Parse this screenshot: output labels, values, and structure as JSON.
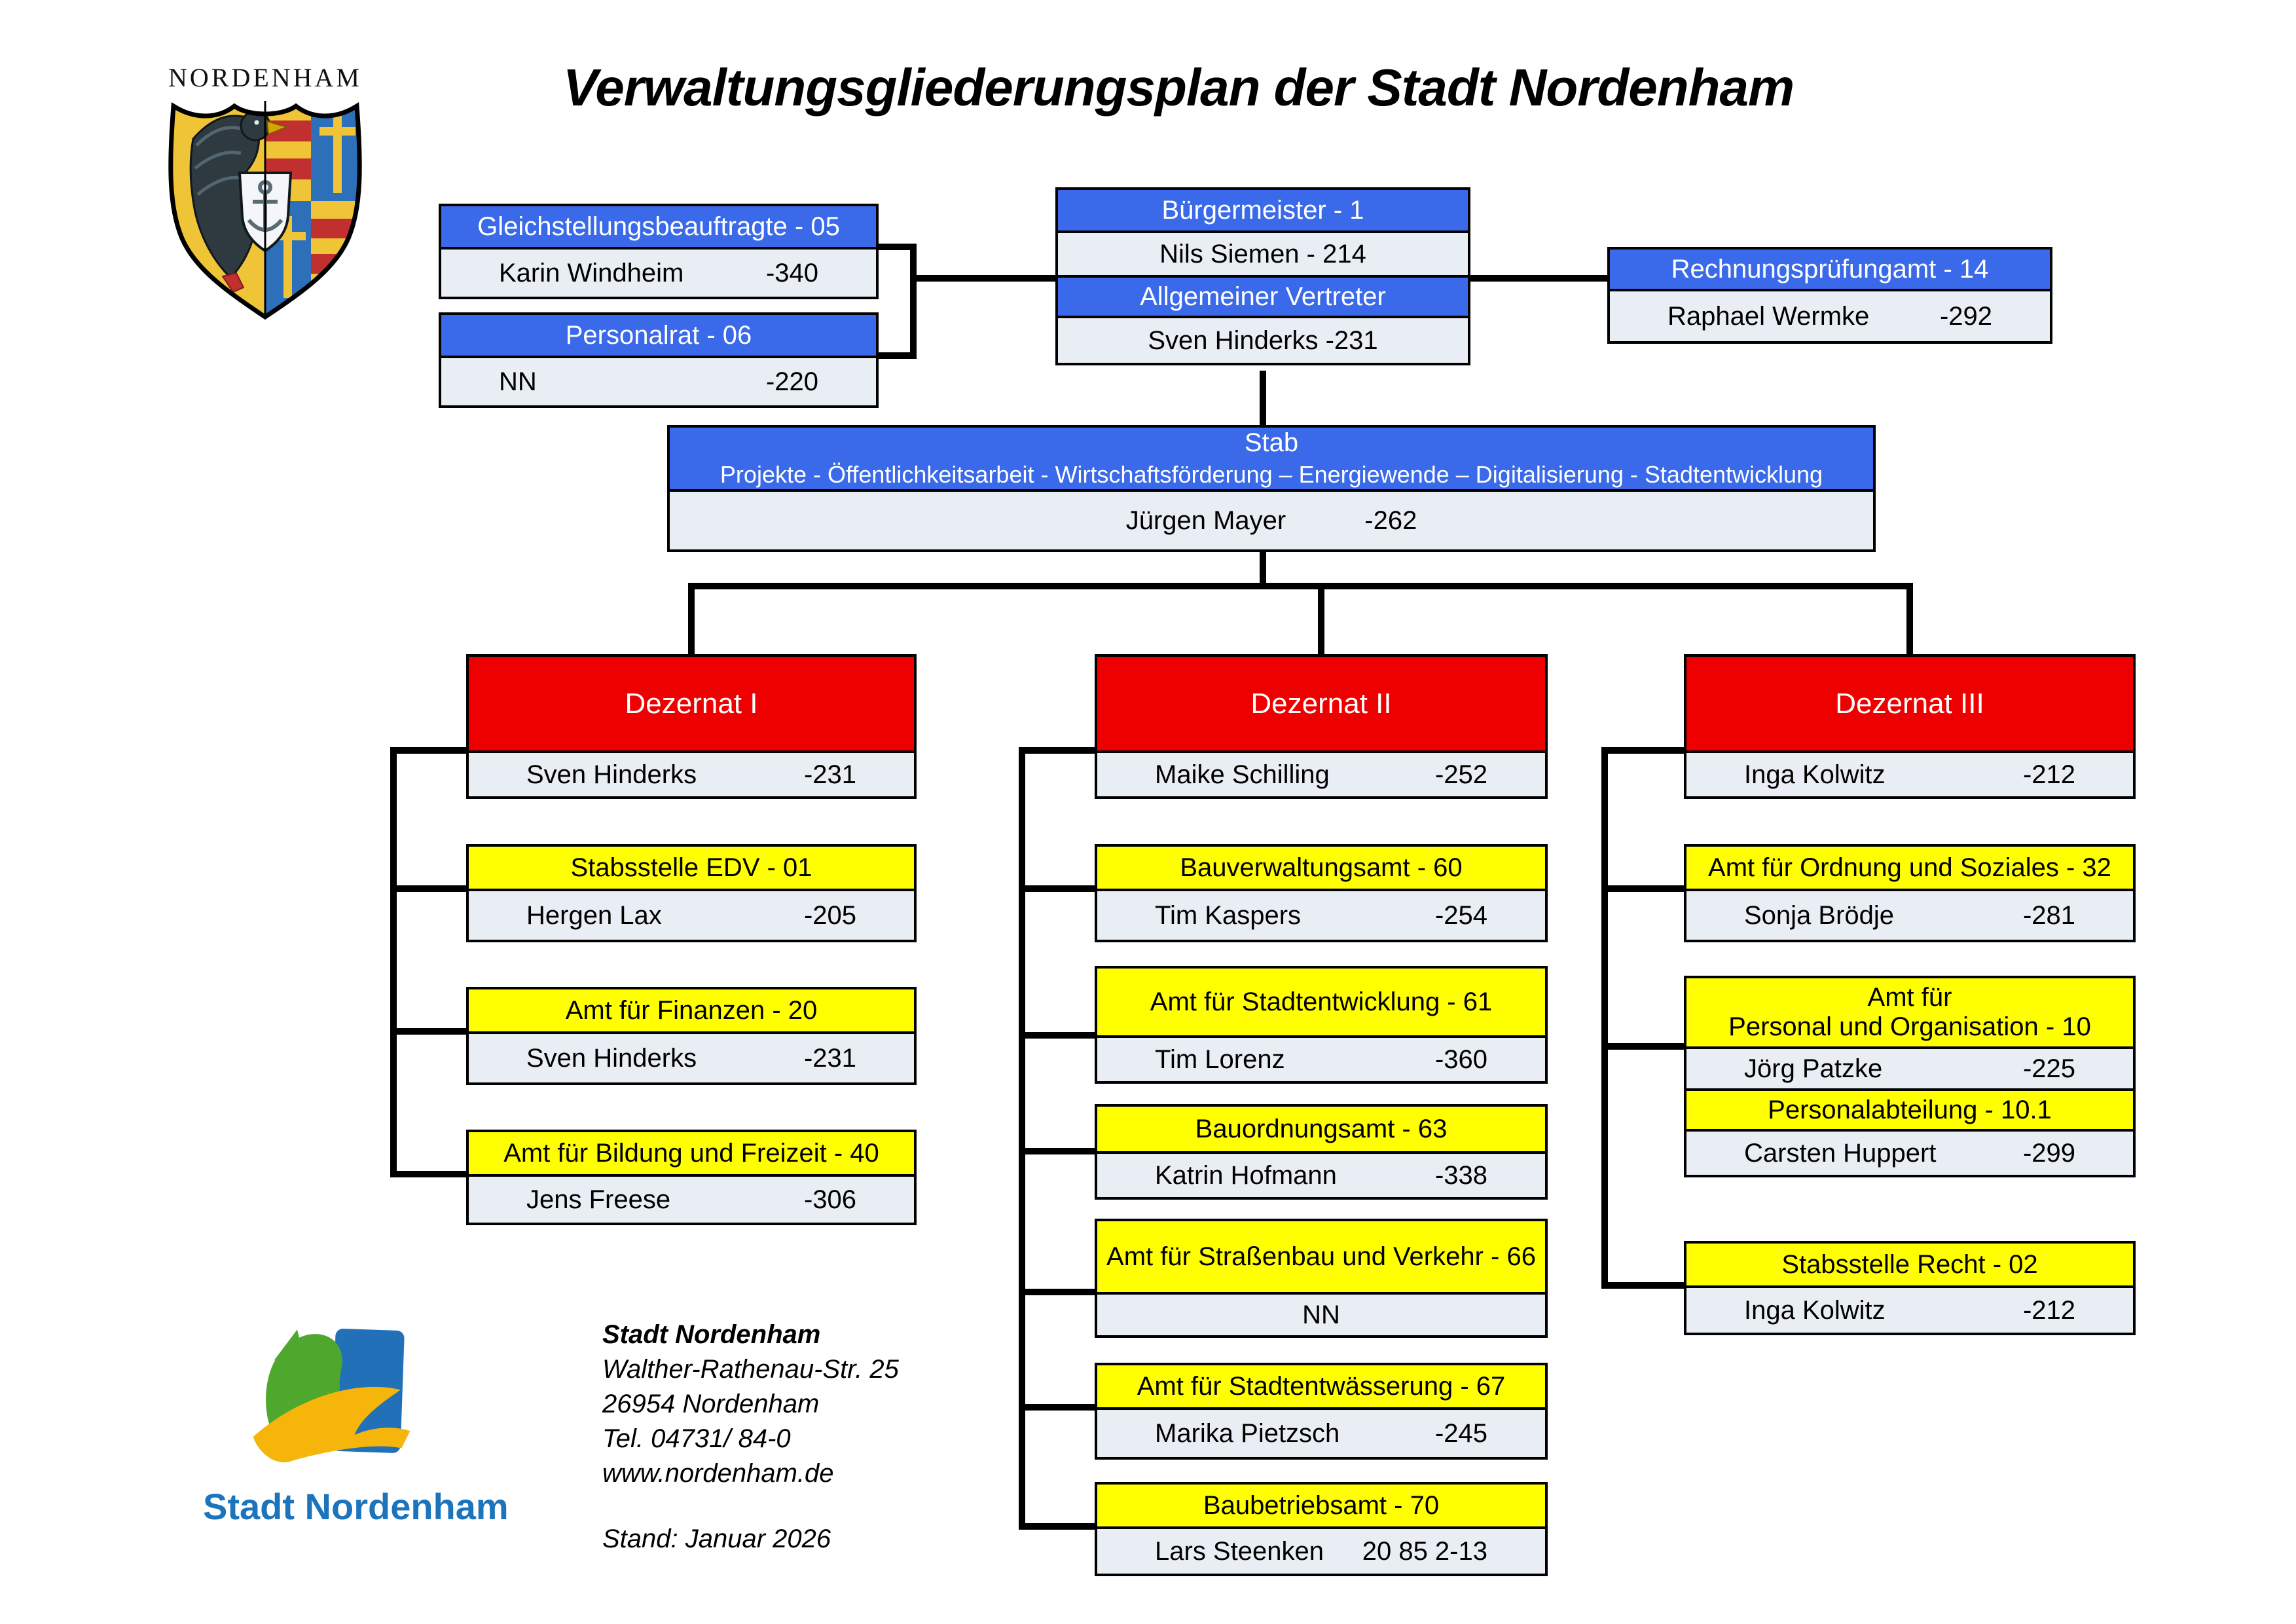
{
  "title": "Verwaltungsgliederungsplan der Stadt Nordenham",
  "coat_of_arms": {
    "caption": "NORDENHAM"
  },
  "boxes": {
    "gleichstellung": {
      "header": "Gleichstellungsbeauftragte - 05",
      "name": "Karin Windheim",
      "phone": "-340"
    },
    "personalrat": {
      "header": "Personalrat - 06",
      "name": "NN",
      "phone": "-220"
    },
    "buergermeister": {
      "header": "Bürgermeister - 1",
      "holder": "Nils Siemen - 214",
      "deputy_header": "Allgemeiner Vertreter",
      "deputy": "Sven Hinderks -231"
    },
    "rechnungspruefungamt": {
      "header": "Rechnungsprüfungamt - 14",
      "name": "Raphael Wermke",
      "phone": "-292"
    },
    "stab": {
      "title": "Stab",
      "subtitle": "Projekte - Öffentlichkeitsarbeit - Wirtschaftsförderung – Energiewende – Digitalisierung - Stadtentwicklung",
      "name": "Jürgen Mayer",
      "phone": "-262"
    }
  },
  "dezernat1": {
    "title": "Dezernat I",
    "name": "Sven Hinderks",
    "phone": "-231",
    "d1": {
      "header": "Stabsstelle EDV - 01",
      "name": "Hergen Lax",
      "phone": "-205"
    },
    "d2": {
      "header": "Amt für Finanzen - 20",
      "name": "Sven Hinderks",
      "phone": "-231"
    },
    "d3": {
      "header": "Amt für Bildung und Freizeit - 40",
      "name": "Jens Freese",
      "phone": "-306"
    }
  },
  "dezernat2": {
    "title": "Dezernat II",
    "name": "Maike Schilling",
    "phone": "-252",
    "d1": {
      "header": "Bauverwaltungsamt - 60",
      "name": "Tim Kaspers",
      "phone": "-254"
    },
    "d2": {
      "header": "Amt für Stadtentwicklung - 61",
      "name": "Tim Lorenz",
      "phone": "-360"
    },
    "d3": {
      "header": "Bauordnungsamt - 63",
      "name": "Katrin Hofmann",
      "phone": "-338"
    },
    "d4": {
      "header": "Amt für Straßenbau und Verkehr - 66",
      "name": "NN"
    },
    "d5": {
      "header": "Amt für Stadtentwässerung - 67",
      "name": "Marika Pietzsch",
      "phone": "-245"
    },
    "d6": {
      "header": "Baubetriebsamt - 70",
      "name": "Lars Steenken",
      "phone": "20 85 2-13"
    }
  },
  "dezernat3": {
    "title": "Dezernat III",
    "name": "Inga Kolwitz",
    "phone": "-212",
    "d1": {
      "header": "Amt für Ordnung und Soziales - 32",
      "name": "Sonja Brödje",
      "phone": "-281"
    },
    "d2": {
      "header_line1": "Amt für",
      "header_line2": "Personal und Organisation - 10",
      "name": "Jörg Patzke",
      "phone": "-225",
      "sub_header": "Personalabteilung - 10.1",
      "sub_name": "Carsten Huppert",
      "sub_phone": "-299"
    },
    "d3": {
      "header": "Stabsstelle Recht - 02",
      "name": "Inga Kolwitz",
      "phone": "-212"
    }
  },
  "footer": {
    "logo_text": "Stadt Nordenham",
    "address_name": "Stadt Nordenham",
    "address_street": "Walther-Rathenau-Str. 25",
    "address_city": "26954 Nordenham",
    "address_tel": "Tel. 04731/ 84-0",
    "address_web": "www.nordenham.de",
    "stand": "Stand: Januar 2026"
  },
  "colors": {
    "header_blue": "#3A6AE9",
    "dezernat_red": "#EE0000",
    "amt_yellow": "#FFFF00",
    "body_grey": "#E9EDF4"
  }
}
